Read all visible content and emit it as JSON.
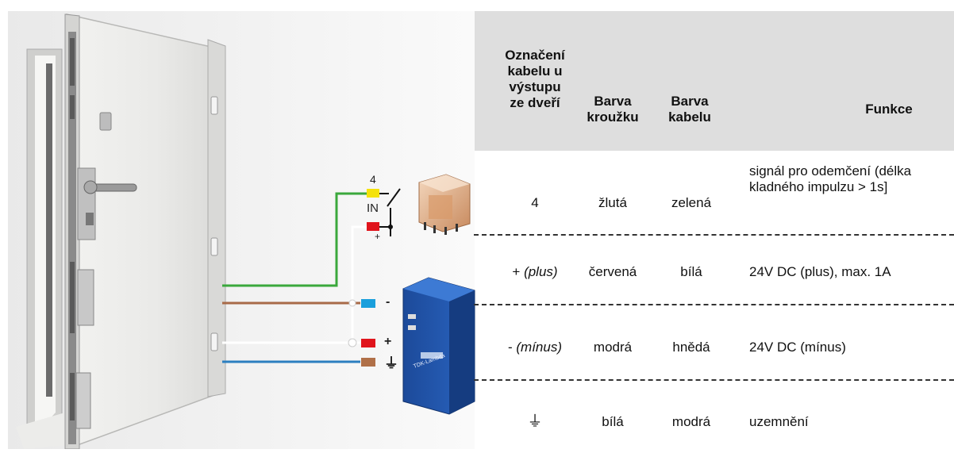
{
  "table": {
    "headers": [
      "Označení\nkabelu u\nvýstupu\nze dveří",
      "Barva\nkroužku",
      "Barva\nkabelu",
      "Funkce"
    ],
    "rows": [
      {
        "code": "4",
        "code_italic": "",
        "ring": "žlutá",
        "cable": "zelená",
        "function": "signál pro odemčení (délka kladného impulzu > 1s]"
      },
      {
        "code": "+ ",
        "code_italic": "(plus)",
        "ring": "červená",
        "cable": "bílá",
        "function": "24V DC (plus), max. 1A"
      },
      {
        "code": "- ",
        "code_italic": "(mínus)",
        "ring": "modrá",
        "cable": "hnědá",
        "function": "24V DC (mínus)"
      },
      {
        "code": "⏚",
        "code_italic": "",
        "ring": "bílá",
        "cable": "modrá",
        "function": "uzemnění"
      }
    ]
  },
  "diagram_labels": {
    "relay_pin": "4",
    "relay_in": "IN",
    "relay_plus": "+",
    "psu_minus": "-",
    "psu_plus": "+",
    "psu_ground": "⏚",
    "psu_brand": "TDK-Lambda"
  },
  "colors": {
    "yellow": "#f4e20a",
    "red": "#e0141c",
    "blue": "#1a9fdc",
    "brown": "#b07048",
    "green_wire": "#3aa83c",
    "brown_wire": "#a86a48",
    "blue_wire": "#2c7fc0",
    "header_bg": "#dedede",
    "panel_bg": "#e6e6e6"
  }
}
